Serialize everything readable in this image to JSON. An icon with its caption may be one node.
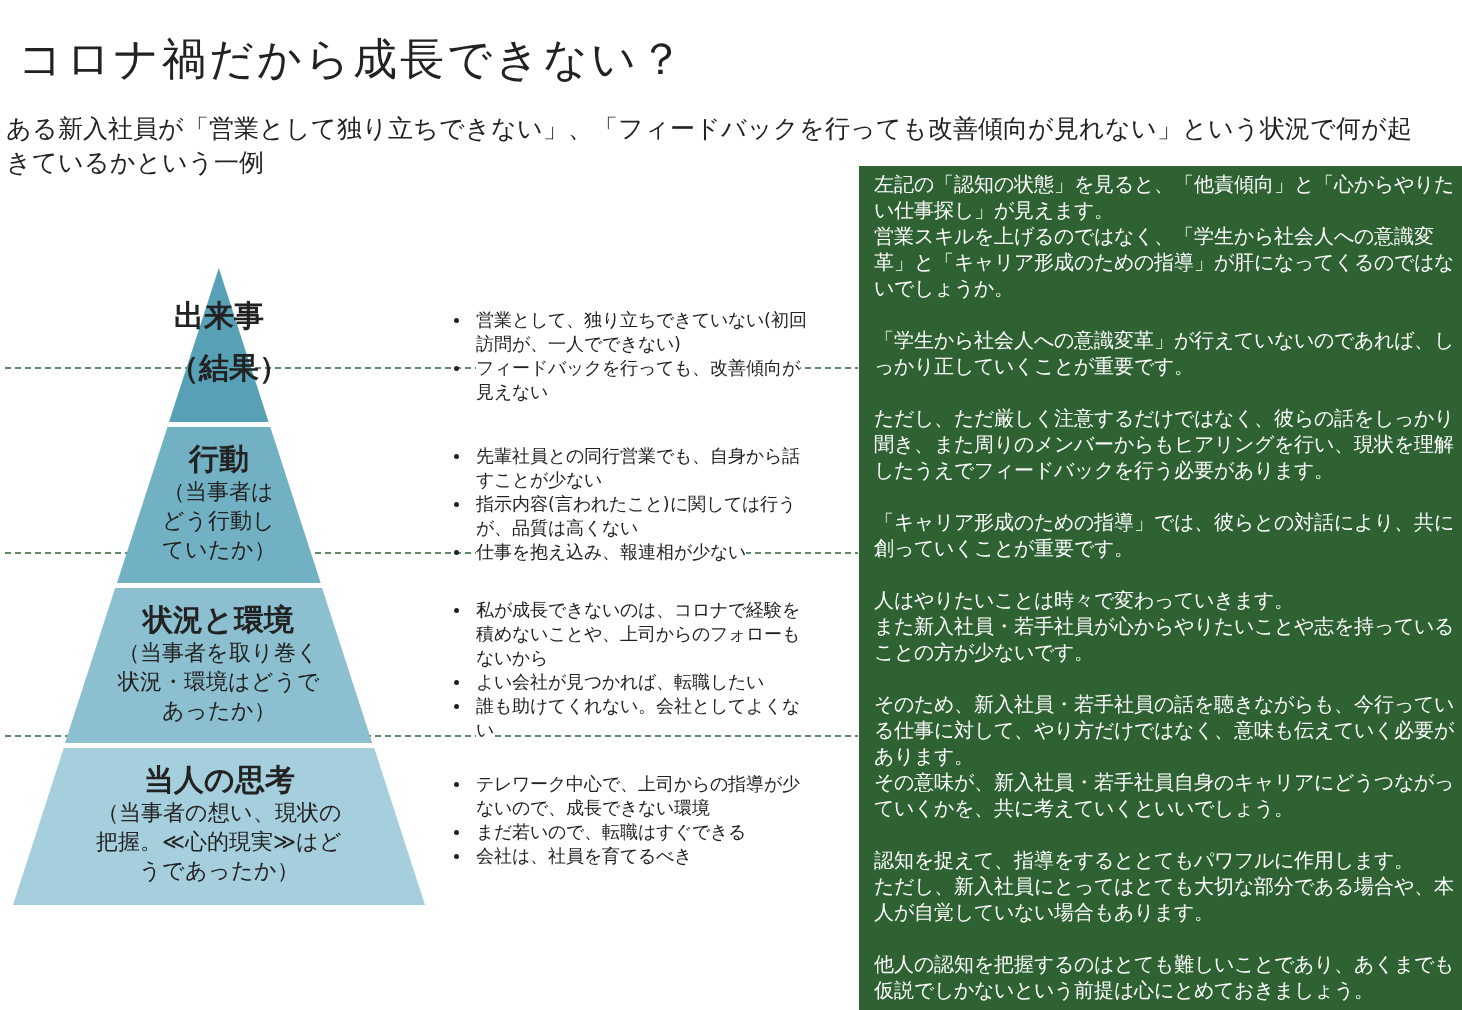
{
  "diagram": {
    "title": "コロナ禍だから成長できない？",
    "nodes": [
      {
        "text": [
          "出来事",
          "（結果）"
        ]
      },
      {
        "text": [
          "行動",
          "（当事者はどう行動していたか）"
        ]
      },
      {
        "text": [
          "状況と環境",
          "（当事者を取り巻く状況・環境はどうであったか）"
        ]
      },
      {
        "text": [
          "当人の思考",
          "（当事者の想い、現状の把握。≪心的現実≫はどうであったか）"
        ]
      },
      {
        "text": [
          "左記の「認知の状態」を見ると、「他責傾向」と「心からやりたい仕事探し」が見えます。",
          "営業スキルを上げるのではなく、「学生から社会人への意識変革」と「キャリア形成のための指導」が肝になってくるのではないでしょうか。",
          "「学生から社会人への意識変革」が行えていないのであれば、しっかり正していくことが重要です。",
          "ただし、ただ厳しく注意するだけではなく、彼らの話をしっかり聞き、また周りのメンバーからもヒアリングを行い、現状を理解したうえでフィードバックを行う必要があります。",
          "「キャリア形成のための指導」では、彼らとの対話により、共に創っていくことが重要です。",
          "人はやりたいことは時々で変わっていきます。",
          "また新入社員・若手社員が心からやりたいことや志を持っていることの方が少ないです。",
          "そのため、新入社員・若手社員の話を聴きながらも、今行っている仕事に対して、やり方だけではなく、意味も伝えていく必要があります。",
          "その意味が、新入社員・若手社員自身のキャリアにどうつながっていくかを、共に考えていくといいでしょう。",
          "認知を捉えて、指導をするととてもパワフルに作用します。",
          "ただし、新入社員にとってはとても大切な部分である場合や、本人が自覚していない場合もあります。",
          "他人の認知を把握するのはとても難しいことであり、あくまでも仮説でしかないという前提は心にとめておきましょう。"
        ]
      }
    ],
    "edges": [],
    "labels": [
      "ある新入社員が「営業として独り立ちできない」、「フィードバックを行っても改善傾向が見れない」という状況で何が起きているかという一例",
      "営業として、独り立ちできていない(初回訪問が、一人でできない)",
      "フィードバックを行っても、改善傾向が見えない",
      "先輩社員との同行営業でも、自身から話すことが少ない",
      "指示内容(言われたこと)に関しては行うが、品質は高くない",
      "仕事を抱え込み、報連相が少ない",
      "私が成長できないのは、コロナで経験を積めないことや、上司からのフォローもないから",
      "よい会社が見つかれば、転職したい",
      "誰も助けてくれない。会社としてよくない",
      "テレワーク中心で、上司からの指導が少ないので、成長できない環境",
      "まだ若いので、転職はすぐできる",
      "会社は、社員を育てるべき"
    ]
  }
}
